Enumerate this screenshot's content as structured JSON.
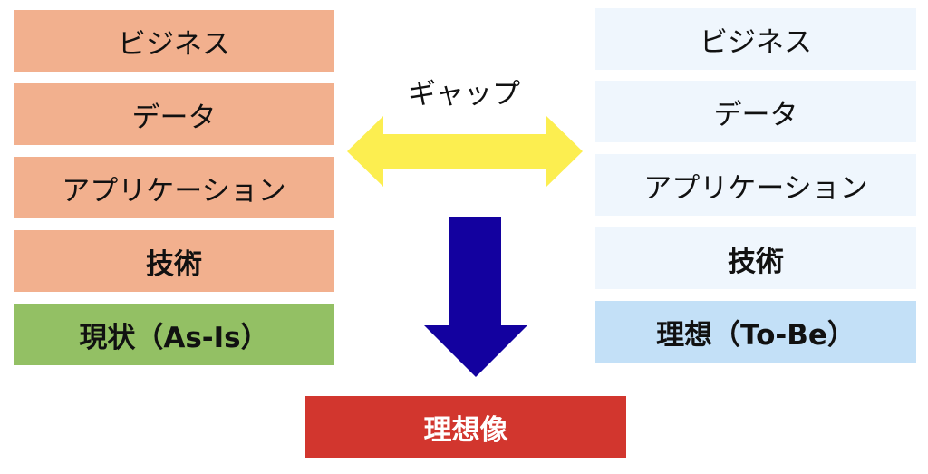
{
  "as_is": {
    "layers": [
      "ビジネス",
      "データ",
      "アプリケーション",
      "技術"
    ],
    "title": "現状（As-Is）"
  },
  "to_be": {
    "layers": [
      "ビジネス",
      "データ",
      "アプリケーション",
      "技術"
    ],
    "title": "理想（To-Be）"
  },
  "gap_label": "ギャップ",
  "ideal_label": "理想像",
  "colors": {
    "as_is_layer": "#f2b08e",
    "as_is_title": "#93c064",
    "to_be_layer": "#eff6fd",
    "to_be_title": "#c3e0f7",
    "gap_arrow": "#fcee50",
    "down_arrow": "#13019f",
    "ideal": "#d2362e"
  }
}
